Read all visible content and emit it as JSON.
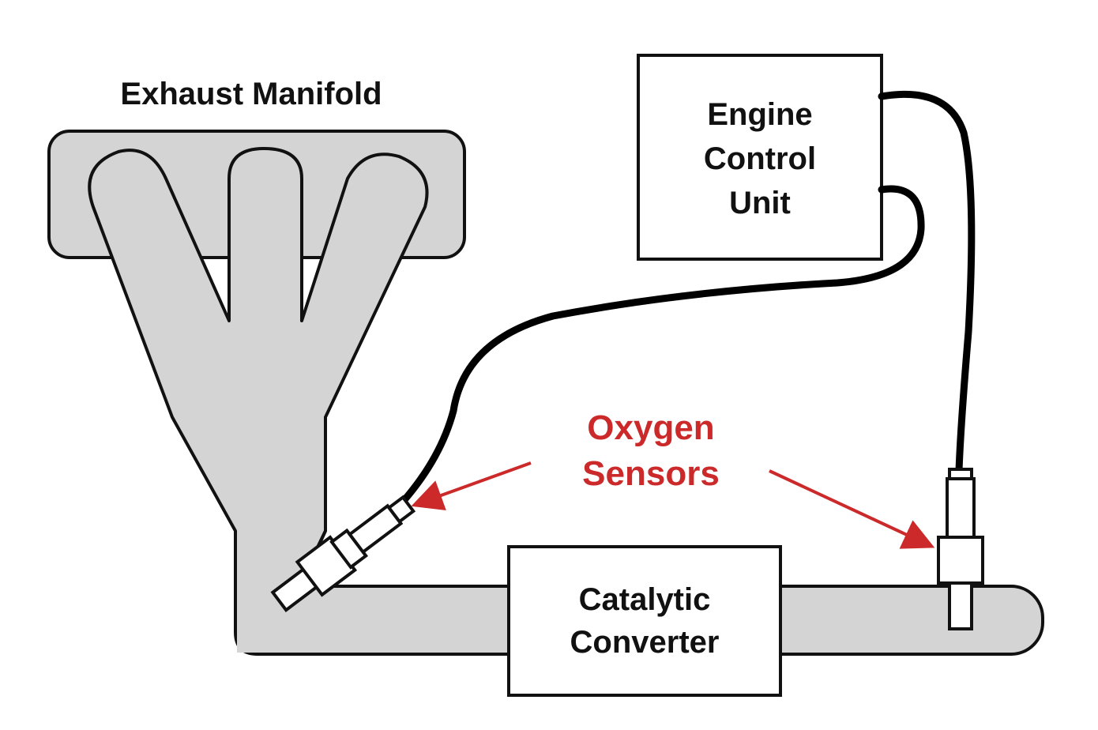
{
  "labels": {
    "exhaust_manifold": "Exhaust Manifold",
    "ecu": [
      "Engine",
      "Control",
      "Unit"
    ],
    "oxygen_sensors": [
      "Oxygen",
      "Sensors"
    ],
    "catalytic_converter": [
      "Catalytic",
      "Converter"
    ]
  },
  "colors": {
    "manifold_fill": "#d4d4d4",
    "outline": "#111111",
    "wire": "#000000",
    "accent": "#cc2a2a",
    "box_fill": "#ffffff"
  }
}
